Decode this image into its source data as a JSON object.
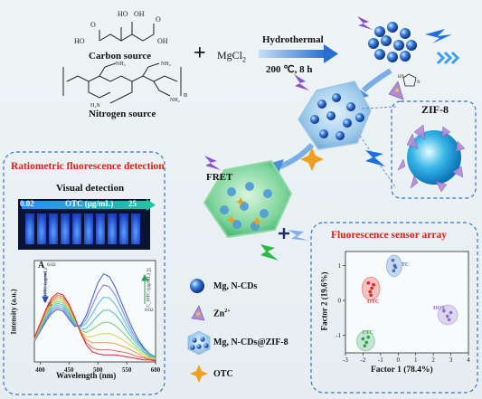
{
  "synthesis": {
    "carbon_source": "Carbon source",
    "nitrogen_source": "Nitrogen source",
    "plus": "+",
    "mgcl2": "MgCl",
    "mgcl2_sub": "2",
    "condition1": "Hydrothermal",
    "condition2": "200 ℃, 8 h",
    "zif_label": "ZIF-8",
    "fret_label": "FRET",
    "n_sub": "n"
  },
  "ratiometric": {
    "title": "Ratiometric fluorescence detection",
    "visual_detection": "Visual detection",
    "scale_left": "0.02",
    "scale_mid": "OTC (μg/mL)",
    "scale_right": "25",
    "panel_letter": "A",
    "xlabel": "Wavelength (nm)",
    "ylabel": "Intensity (a.u.)",
    "conc_left_top": "0.02",
    "conc_left_label": "C_OTC (μg/mL)",
    "conc_left_bottom": "25",
    "conc_right_top": "25",
    "conc_right_label": "C_OTC (μg/mL)",
    "conc_right_bottom": "0.02"
  },
  "legend": {
    "items": [
      {
        "label": "Mg, N-CDs",
        "icon": "cd-sphere-icon"
      },
      {
        "label": "Zn",
        "sup": "2+",
        "icon": "zn-pyramid-icon"
      },
      {
        "label": "Mg, N-CDs@ZIF-8",
        "icon": "zif-hexagon-icon"
      },
      {
        "label": "OTC",
        "icon": "otc-star-icon"
      }
    ]
  },
  "sensor_array": {
    "title": "Fluorescence sensor array",
    "xlabel": "Factor 1 (78.4%)",
    "ylabel": "Factor 2 (19.6%)"
  },
  "chart_data": [
    {
      "type": "line",
      "title": "",
      "xlabel": "Wavelength (nm)",
      "ylabel": "Intensity (a.u.)",
      "xlim": [
        390,
        600
      ],
      "ylim": [
        0,
        1
      ],
      "x_ticks": [
        "400",
        "450",
        "500",
        "550",
        "600"
      ],
      "x": [
        390,
        400,
        410,
        420,
        430,
        440,
        450,
        460,
        470,
        480,
        490,
        500,
        510,
        520,
        530,
        540,
        550,
        560,
        570,
        580,
        590,
        600
      ],
      "series": [
        {
          "values": [
            0.2,
            0.3,
            0.4,
            0.48,
            0.52,
            0.5,
            0.42,
            0.35,
            0.36,
            0.46,
            0.62,
            0.78,
            0.87,
            0.84,
            0.74,
            0.6,
            0.46,
            0.33,
            0.22,
            0.14,
            0.08,
            0.05
          ]
        },
        {
          "values": [
            0.2,
            0.31,
            0.42,
            0.5,
            0.54,
            0.52,
            0.44,
            0.36,
            0.35,
            0.42,
            0.55,
            0.68,
            0.76,
            0.74,
            0.66,
            0.54,
            0.41,
            0.29,
            0.2,
            0.13,
            0.08,
            0.05
          ]
        },
        {
          "values": [
            0.21,
            0.32,
            0.43,
            0.52,
            0.56,
            0.54,
            0.46,
            0.37,
            0.34,
            0.38,
            0.47,
            0.57,
            0.64,
            0.63,
            0.57,
            0.47,
            0.36,
            0.26,
            0.18,
            0.12,
            0.07,
            0.04
          ]
        },
        {
          "values": [
            0.21,
            0.33,
            0.45,
            0.54,
            0.58,
            0.56,
            0.48,
            0.38,
            0.32,
            0.33,
            0.39,
            0.46,
            0.51,
            0.51,
            0.47,
            0.4,
            0.31,
            0.23,
            0.16,
            0.1,
            0.06,
            0.04
          ]
        },
        {
          "values": [
            0.22,
            0.34,
            0.46,
            0.56,
            0.6,
            0.58,
            0.5,
            0.4,
            0.31,
            0.29,
            0.32,
            0.36,
            0.39,
            0.39,
            0.36,
            0.31,
            0.25,
            0.19,
            0.13,
            0.09,
            0.05,
            0.03
          ]
        },
        {
          "values": [
            0.22,
            0.35,
            0.48,
            0.58,
            0.62,
            0.6,
            0.52,
            0.41,
            0.3,
            0.25,
            0.25,
            0.27,
            0.28,
            0.28,
            0.26,
            0.23,
            0.19,
            0.15,
            0.11,
            0.07,
            0.04,
            0.03
          ]
        },
        {
          "values": [
            0.23,
            0.36,
            0.49,
            0.59,
            0.64,
            0.62,
            0.54,
            0.42,
            0.3,
            0.22,
            0.19,
            0.19,
            0.19,
            0.19,
            0.18,
            0.16,
            0.14,
            0.11,
            0.08,
            0.05,
            0.03,
            0.02
          ]
        },
        {
          "values": [
            0.23,
            0.37,
            0.5,
            0.61,
            0.66,
            0.64,
            0.56,
            0.43,
            0.29,
            0.19,
            0.14,
            0.12,
            0.12,
            0.12,
            0.11,
            0.1,
            0.09,
            0.07,
            0.05,
            0.04,
            0.02,
            0.02
          ]
        },
        {
          "values": [
            0.24,
            0.38,
            0.52,
            0.63,
            0.68,
            0.66,
            0.57,
            0.44,
            0.29,
            0.17,
            0.1,
            0.08,
            0.07,
            0.07,
            0.07,
            0.06,
            0.05,
            0.04,
            0.03,
            0.02,
            0.02,
            0.01
          ]
        }
      ],
      "colors": [
        "#3a5bd9",
        "#7a7ee0",
        "#58b6e6",
        "#3fc6b0",
        "#7bd06a",
        "#c9d84a",
        "#e8a040",
        "#ec6a52",
        "#e0203a"
      ]
    },
    {
      "type": "scatter",
      "title": "",
      "xlabel": "Factor 1 (78.4%)",
      "ylabel": "Factor 2 (19.6%)",
      "xlim": [
        -3,
        4
      ],
      "ylim": [
        -1.5,
        1.4
      ],
      "x_ticks": [
        "-3",
        "-2",
        "-1",
        "0",
        "1",
        "2",
        "3",
        "4"
      ],
      "y_ticks": [
        "-1",
        "0",
        "1"
      ],
      "series": [
        {
          "name": "TC",
          "color": "#3a70c8",
          "points": [
            [
              -0.3,
              1.15
            ],
            [
              -0.2,
              1.0
            ],
            [
              -0.25,
              0.85
            ],
            [
              -0.15,
              0.95
            ]
          ]
        },
        {
          "name": "OTC",
          "color": "#e0211b",
          "points": [
            [
              -1.7,
              0.5
            ],
            [
              -1.5,
              0.35
            ],
            [
              -1.6,
              0.25
            ],
            [
              -1.4,
              0.45
            ],
            [
              -1.55,
              0.15
            ]
          ]
        },
        {
          "name": "DOX",
          "color": "#8c6cc8",
          "points": [
            [
              2.6,
              -0.3
            ],
            [
              2.8,
              -0.45
            ],
            [
              3.0,
              -0.35
            ],
            [
              2.9,
              -0.55
            ]
          ]
        },
        {
          "name": "CTC",
          "color": "#2fa050",
          "points": [
            [
              -2.0,
              -1.1
            ],
            [
              -1.8,
              -1.2
            ],
            [
              -1.7,
              -1.05
            ],
            [
              -1.9,
              -1.3
            ]
          ]
        }
      ]
    }
  ]
}
